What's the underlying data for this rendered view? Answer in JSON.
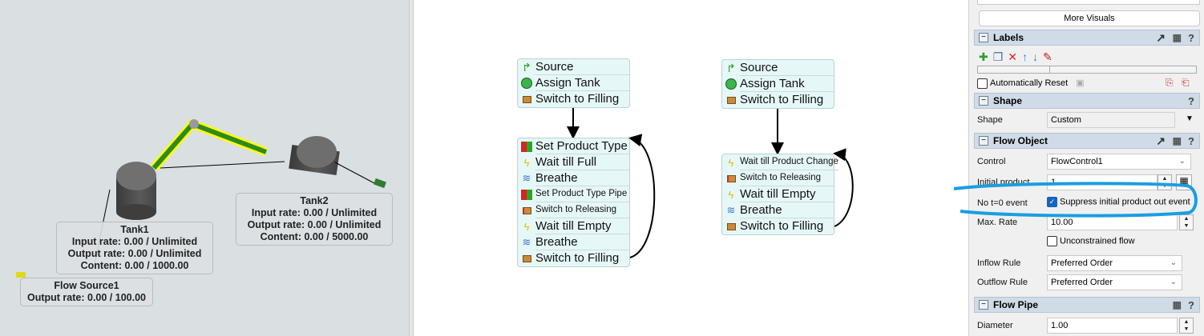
{
  "view3d": {
    "tank1": {
      "name": "Tank1",
      "input": "Input rate: 0.00 / Unlimited",
      "output": "Output rate: 0.00 / Unlimited",
      "content": "Content: 0.00 / 1000.00"
    },
    "tank2": {
      "name": "Tank2",
      "input": "Input rate: 0.00 / Unlimited",
      "output": "Output rate: 0.00 / Unlimited",
      "content": "Content: 0.00 / 5000.00"
    },
    "source": {
      "name": "Flow Source1",
      "output": "Output rate: 0.00 / 100.00"
    }
  },
  "process_flow": {
    "left": {
      "start": [
        "Source",
        "Assign Tank",
        "Switch to Filling"
      ],
      "loop": [
        "Set Product Type",
        "Wait till Full",
        "Breathe",
        "Set Product Type Pipe",
        "Switch to Releasing",
        "Wait till Empty",
        "Breathe",
        "Switch to Filling"
      ]
    },
    "right": {
      "start": [
        "Source",
        "Assign Tank",
        "Switch to Filling"
      ],
      "loop": [
        "Wait till Product Change",
        "Switch to Releasing",
        "Wait till Empty",
        "Breathe",
        "Switch to Filling"
      ]
    }
  },
  "properties": {
    "more_visuals": "More Visuals",
    "labels": {
      "title": "Labels",
      "auto_reset": "Automatically Reset"
    },
    "shape": {
      "title": "Shape",
      "label": "Shape",
      "value": "Custom"
    },
    "flow_object": {
      "title": "Flow Object",
      "control_label": "Control",
      "control_value": "FlowControl1",
      "initial_product_label": "Initial product",
      "initial_product_value": "1",
      "no_t0_label": "No t=0 event",
      "suppress_label": "Suppress initial product out event",
      "max_rate_label": "Max. Rate",
      "max_rate_value": "10.00",
      "unconstrained_label": "Unconstrained flow",
      "inflow_label": "Inflow Rule",
      "inflow_value": "Preferred Order",
      "outflow_label": "Outflow Rule",
      "outflow_value": "Preferred Order"
    },
    "flow_pipe": {
      "title": "Flow Pipe",
      "diameter_label": "Diameter",
      "diameter_value": "1.00"
    },
    "help": "?"
  },
  "colors": {
    "highlight": "#1a9ee0",
    "block_bg": "#e6f7f7",
    "header_bg": "#cfdbe6"
  }
}
